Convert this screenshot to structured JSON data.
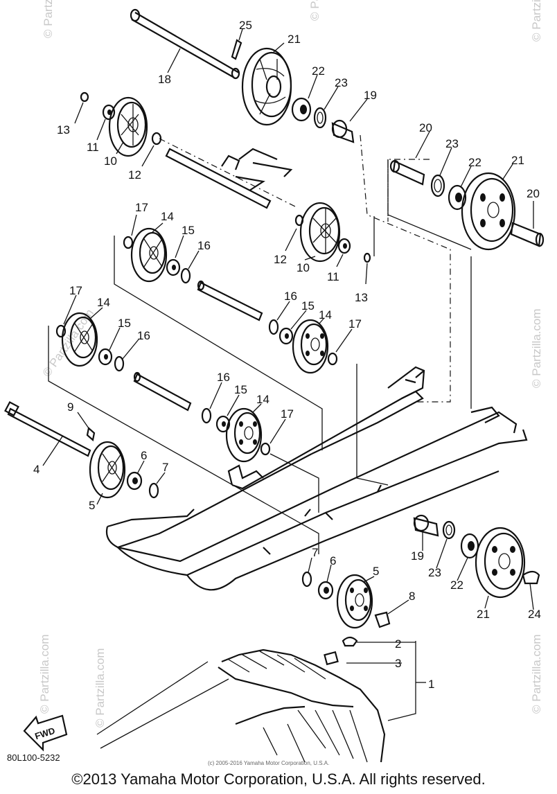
{
  "diagram": {
    "part_numbers": [
      "1",
      "2",
      "3",
      "4",
      "5",
      "6",
      "7",
      "8",
      "9",
      "10",
      "11",
      "12",
      "13",
      "14",
      "15",
      "16",
      "17",
      "18",
      "19",
      "20",
      "21",
      "22",
      "23",
      "24",
      "25"
    ],
    "fwd_label": "FWD",
    "drawing_code": "80L100-5232",
    "small_copyright": "(c) 2005-2016 Yamaha Motor Corporation, U.S.A.",
    "watermark": "© Partzilla.com"
  },
  "footer": {
    "copyright": "©2013 Yamaha Motor Corporation, U.S.A. All rights reserved."
  }
}
